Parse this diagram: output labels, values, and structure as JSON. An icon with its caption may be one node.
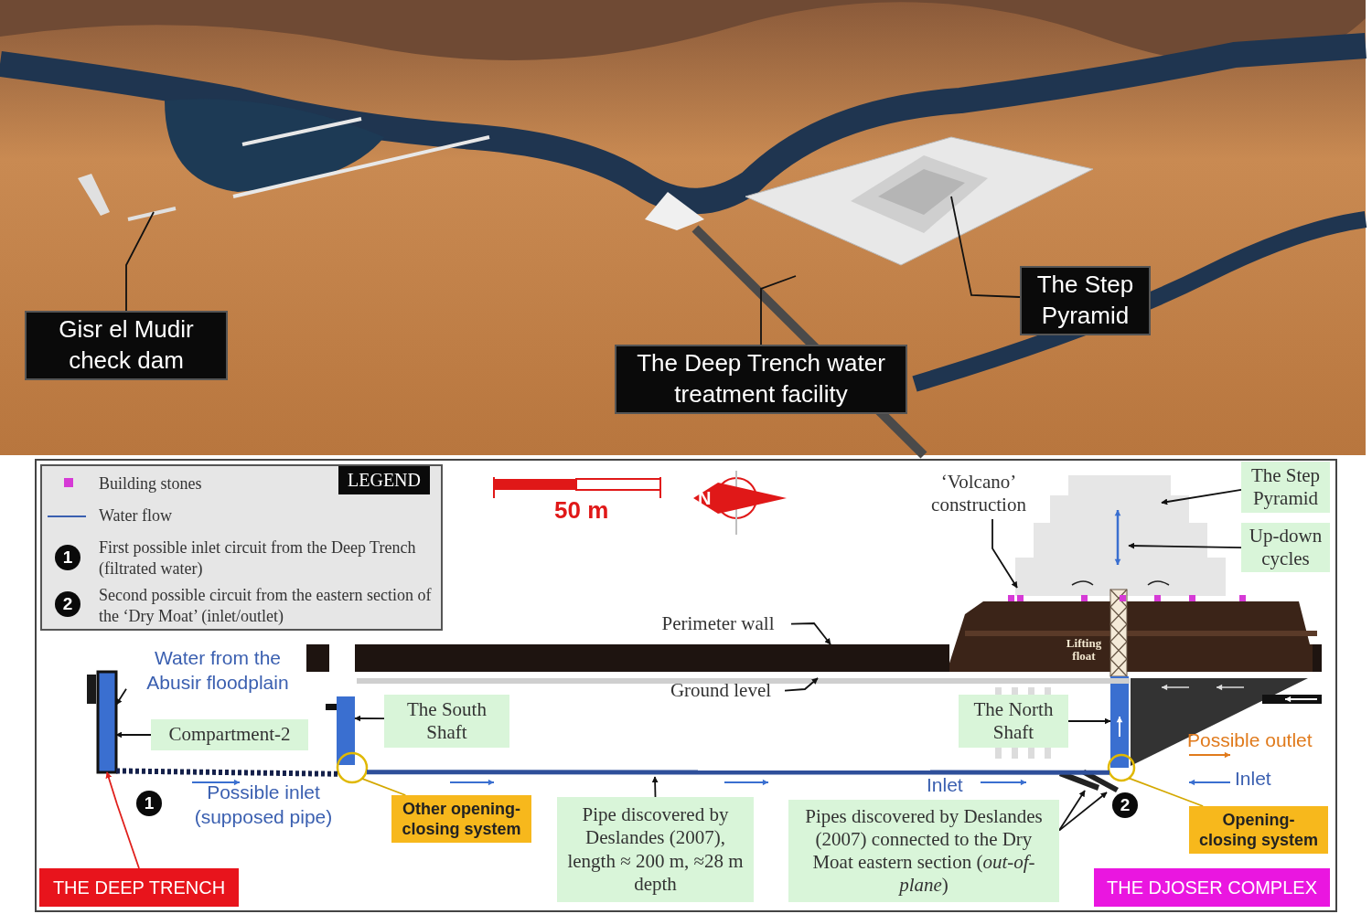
{
  "diagram": {
    "nodes": [
      {
        "text": [
          "Gisr el Mudir check dam"
        ]
      },
      {
        "text": [
          "The Deep Trench water treatment facility"
        ]
      },
      {
        "text": [
          "The Step Pyramid"
        ]
      },
      {
        "text": [
          "‘Volcano’ construction"
        ]
      },
      {
        "text": [
          "The Step Pyramid"
        ]
      },
      {
        "text": [
          "Up-down cycles"
        ]
      },
      {
        "text": [
          "Perimeter wall"
        ]
      },
      {
        "text": [
          "Water from the Abusir floodplain"
        ]
      },
      {
        "text": [
          "Compartment-2"
        ]
      },
      {
        "text": [
          "The South Shaft"
        ]
      },
      {
        "text": [
          "Ground level"
        ]
      },
      {
        "text": [
          "The North Shaft"
        ]
      },
      {
        "text": [
          "Other opening-closing system"
        ]
      },
      {
        "text": [
          "Pipe discovered by Deslandes (2007), length ≈ 200 m, ≈28 m depth"
        ]
      },
      {
        "text": [
          "Pipes discovered by Deslandes (2007) connected to the Dry Moat eastern section (*out-of-plane*)"
        ]
      },
      {
        "text": [
          "Opening-closing system"
        ]
      },
      {
        "text": [
          "THE DEEP TRENCH"
        ]
      },
      {
        "text": [
          "THE DJOSER COMPLEX"
        ]
      },
      {
        "text": [],
        "shape": "bar"
      },
      {
        "text": [],
        "shape": "bar"
      },
      {
        "text": [],
        "shape": "circle"
      },
      {
        "text": [],
        "shape": "bar"
      },
      {
        "text": [],
        "shape": "bar"
      },
      {
        "text": [],
        "shape": "bar"
      },
      {
        "text": [],
        "shape": "circle"
      },
      {
        "text": [],
        "shape": "bar"
      },
      {
        "text": [],
        "shape": "bar"
      }
    ],
    "edges": [
      {
        "from": 0,
        "to": null,
        "arrow": "none"
      },
      {
        "from": 1,
        "to": null,
        "arrow": "none"
      },
      {
        "from": 2,
        "to": null,
        "arrow": "none"
      },
      {
        "from": 3,
        "to": null,
        "arrow": "to"
      },
      {
        "from": 4,
        "to": null,
        "arrow": "to"
      },
      {
        "from": 5,
        "to": null,
        "arrow": "to"
      },
      {
        "from": 6,
        "to": 25,
        "arrow": "to"
      },
      {
        "from": 7,
        "to": 18,
        "arrow": "to"
      },
      {
        "from": 8,
        "to": 18,
        "arrow": "to"
      },
      {
        "from": 9,
        "to": 19,
        "arrow": "to"
      },
      {
        "from": 10,
        "to": 26,
        "arrow": "to"
      },
      {
        "from": 11,
        "to": 21,
        "arrow": "to"
      },
      {
        "from": 12,
        "to": 20,
        "arrow": "none",
        "color": "#d4a800"
      },
      {
        "from": 13,
        "to": null,
        "arrow": "to"
      },
      {
        "from": 14,
        "to": 22,
        "arrow": "to"
      },
      {
        "from": 14,
        "to": 23,
        "arrow": "to"
      },
      {
        "from": 15,
        "to": 24,
        "arrow": "none",
        "color": "#d4a800"
      },
      {
        "from": 16,
        "to": 18,
        "arrow": "to",
        "color": "#e0201c"
      },
      {
        "from": 18,
        "to": 20,
        "arrow": "none",
        "style": "dashed",
        "color": "#14204a"
      },
      {
        "from": 20,
        "to": 24,
        "arrow": "none",
        "style": "thick",
        "color": "#2e4f9a"
      }
    ],
    "labels": [
      "LEGEND",
      "1",
      "2",
      "50 m",
      "N",
      "Lifting float",
      "Possible outlet",
      "Inlet",
      "Inlet",
      "Possible inlet (supposed pipe)",
      "1",
      "2"
    ],
    "legend": [
      {
        "text": "Building stones",
        "color": "#d63ad6"
      },
      {
        "text": "Water flow"
      },
      {
        "text": "First possible inlet circuit from the Deep Trench (filtrated water)"
      },
      {
        "text": "Second possible circuit from the eastern section of the ‘Dry Moat’ (inlet/outlet)"
      }
    ]
  }
}
